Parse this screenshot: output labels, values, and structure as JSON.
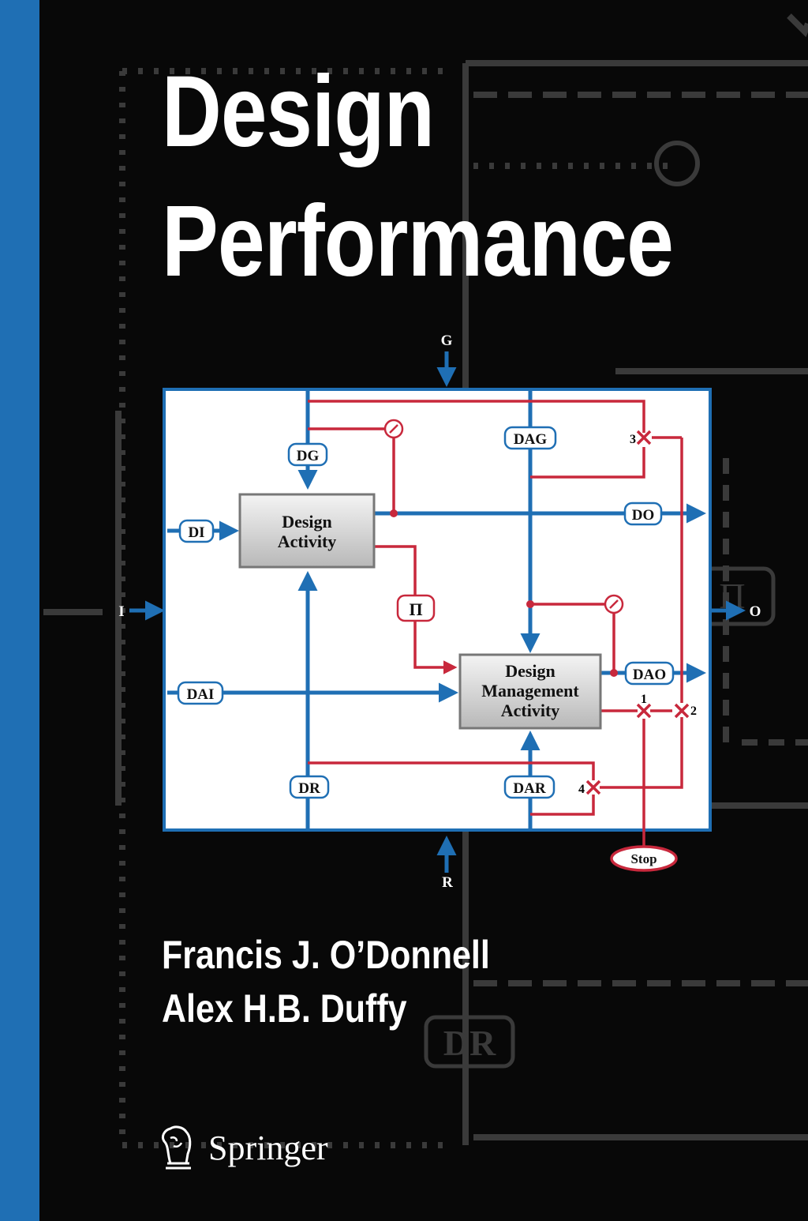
{
  "book": {
    "title_line1": "Design",
    "title_line2": "Performance",
    "authors": [
      "Francis J. O’Donnell",
      "Alex H.B. Duffy"
    ],
    "publisher": "Springer",
    "publisher_logo": "springer-chess-knight-icon"
  },
  "colors": {
    "spine": "#1f6fb4",
    "background": "#080808",
    "diagram_blue": "#1f6fb4",
    "diagram_red": "#c8283c"
  },
  "diagram": {
    "G": "G",
    "I": "I",
    "O": "O",
    "R": "R",
    "DG": "DG",
    "DAG": "DAG",
    "DI": "DI",
    "DO": "DO",
    "DAI": "DAI",
    "DAO": "DAO",
    "DR": "DR",
    "DAR": "DAR",
    "Pi": "Π",
    "design_activity": [
      "Design",
      "Activity"
    ],
    "design_mgmt_activity": [
      "Design",
      "Management",
      "Activity"
    ],
    "stop": "Stop",
    "n1": "1",
    "n2": "2",
    "n3": "3",
    "n4": "4"
  },
  "background_watermark": {
    "DR": "DR",
    "Pi": "Π"
  }
}
